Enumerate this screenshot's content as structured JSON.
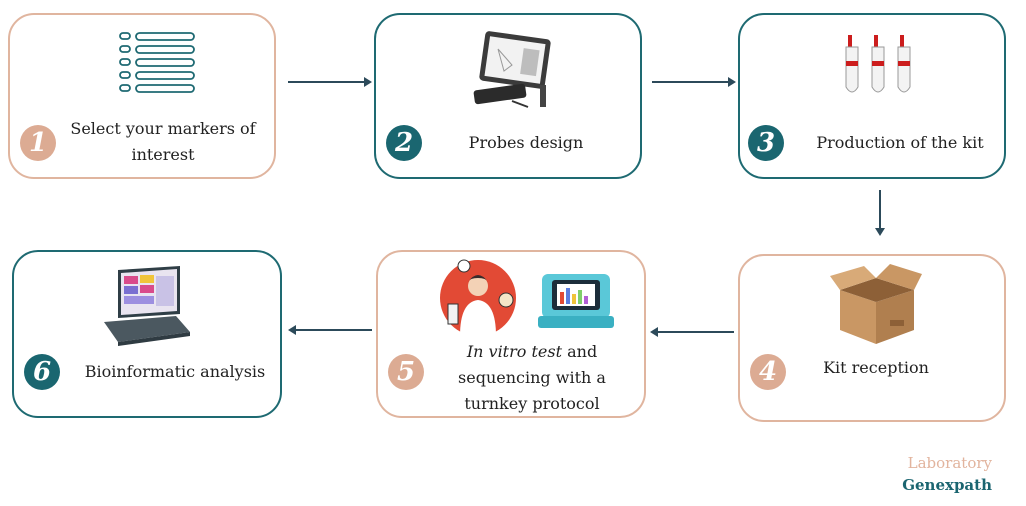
{
  "steps": [
    {
      "number": "1",
      "label_lines": [
        "Select your markers of",
        "interest"
      ],
      "style": "peach",
      "icon": "list-icon"
    },
    {
      "number": "2",
      "label_lines": [
        "Probes design"
      ],
      "style": "teal",
      "icon": "tablet-design-icon"
    },
    {
      "number": "3",
      "label_lines": [
        "Production of the  kit"
      ],
      "style": "teal",
      "icon": "test-tubes-icon"
    },
    {
      "number": "4",
      "label_lines": [
        "Kit reception"
      ],
      "style": "peach",
      "icon": "cardboard-box-icon"
    },
    {
      "number": "5",
      "label_prefix_italic": "In vitro test",
      "label_lines": [
        " and",
        "sequencing with a",
        "turnkey protocol"
      ],
      "style": "peach",
      "icon": "lab-scientist-icon"
    },
    {
      "number": "6",
      "label_lines": [
        "Bioinformatic analysis"
      ],
      "style": "teal",
      "icon": "laptop-analysis-icon"
    }
  ],
  "brand": {
    "line1": "Laboratory",
    "line2": "Genexpath"
  },
  "colors": {
    "peach": "#e0b59f",
    "teal": "#1e6a72",
    "arrow": "#2c4a5a"
  }
}
